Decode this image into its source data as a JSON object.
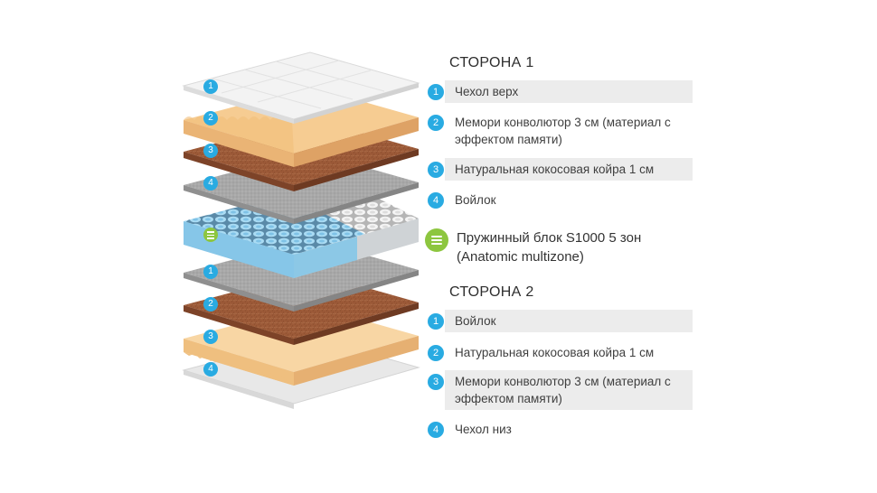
{
  "side1": {
    "title": "СТОРОНА 1",
    "items": [
      {
        "num": "1",
        "label": "Чехол верх"
      },
      {
        "num": "2",
        "label": "Мемори конволютор 3 см (материал с эффектом памяти)"
      },
      {
        "num": "3",
        "label": "Натуральная кокосовая койра 1 см"
      },
      {
        "num": "4",
        "label": "Войлок"
      }
    ]
  },
  "spring": {
    "icon": "spring-block-icon",
    "label": "Пружинный блок S1000 5 зон (Anatomic multizone)"
  },
  "side2": {
    "title": "СТОРОНА 2",
    "items": [
      {
        "num": "1",
        "label": "Войлок"
      },
      {
        "num": "2",
        "label": "Натуральная кокосовая койра 1 см"
      },
      {
        "num": "3",
        "label": "Мемори конволютор 3 см (материал с эффектом памяти)"
      },
      {
        "num": "4",
        "label": "Чехол низ"
      }
    ]
  },
  "illustration": {
    "badges_top": [
      "1",
      "2",
      "3",
      "4"
    ],
    "badges_bottom": [
      "1",
      "2",
      "3",
      "4"
    ]
  },
  "colors": {
    "badge": "#29abe2",
    "spring_badge": "#8dc63f",
    "row_shade": "#ececec",
    "cover": "#f1f1f1",
    "memory_foam": "#f6c98d",
    "coir": "#9a5a3a",
    "felt": "#a9a9a9",
    "springs": "#9fd3ee"
  }
}
